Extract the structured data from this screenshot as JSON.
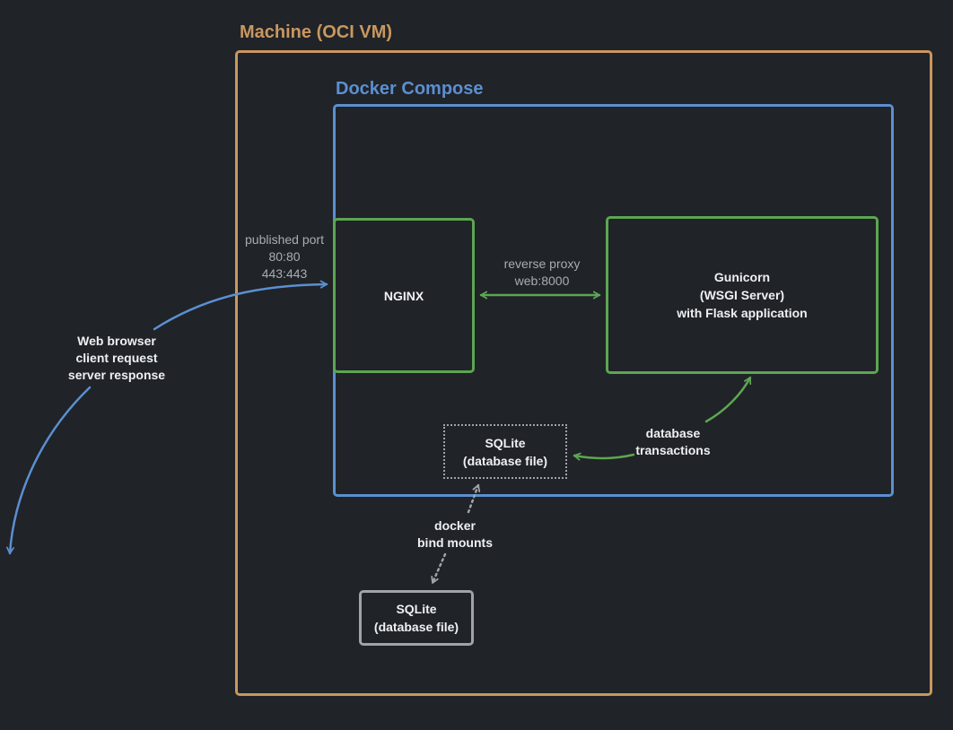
{
  "machine": {
    "title": "Machine (OCI VM)",
    "color": "#c9975f"
  },
  "compose": {
    "title": "Docker Compose",
    "color": "#5b8fd1"
  },
  "colors": {
    "green": "#5da652",
    "blue": "#5b8fd1",
    "gray": "#a0a3a8",
    "tan": "#c9975f"
  },
  "nginx": {
    "label": "NGINX"
  },
  "gunicorn": {
    "lines": [
      "Gunicorn",
      "(WSGI Server)",
      "with Flask application"
    ]
  },
  "sqlite_container": {
    "lines": [
      "SQLite",
      "(database file)"
    ]
  },
  "sqlite_host": {
    "lines": [
      "SQLite",
      "(database file)"
    ]
  },
  "published_port": {
    "lines": [
      "published port",
      "80:80",
      "443:443"
    ]
  },
  "reverse_proxy": {
    "lines": [
      "reverse proxy",
      "web:8000"
    ]
  },
  "web_browser": {
    "lines": [
      "Web browser",
      "client request",
      "server response"
    ]
  },
  "db_transactions": {
    "lines": [
      "database",
      "transactions"
    ]
  },
  "bind_mounts": {
    "lines": [
      "docker",
      "bind mounts"
    ]
  }
}
